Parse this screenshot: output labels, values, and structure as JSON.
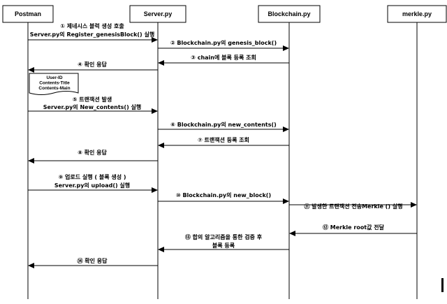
{
  "participants": [
    {
      "id": "postman",
      "label": "Postman"
    },
    {
      "id": "server",
      "label": "Server.py"
    },
    {
      "id": "blockchain",
      "label": "Blockchain.py"
    },
    {
      "id": "merkle",
      "label": "merkle.py"
    }
  ],
  "messages": [
    {
      "id": "m1",
      "lines": [
        "① 제네시스 블럭 생성 호출",
        "Server.py의 Register_genesisBlock() 실행"
      ]
    },
    {
      "id": "m2",
      "lines": [
        "② Blockchain.py의 genesis_block()"
      ]
    },
    {
      "id": "m3",
      "lines": [
        "③ chain에 블록 등록 조회"
      ]
    },
    {
      "id": "m4",
      "lines": [
        "④ 확인 응답"
      ]
    },
    {
      "id": "m5",
      "lines": [
        "⑤ 트랜잭션 발생",
        "Server.py의 New_contents() 실행"
      ]
    },
    {
      "id": "m6",
      "lines": [
        "⑥ Blockchain.py의 new_contents()"
      ]
    },
    {
      "id": "m7",
      "lines": [
        "⑦ 트랜잭션 등록 조회"
      ]
    },
    {
      "id": "m8",
      "lines": [
        "⑧ 확인 응답"
      ]
    },
    {
      "id": "m9",
      "lines": [
        "⑨ 업로드 실행 ( 블록 생성 )",
        "Server.py의 upload() 실행"
      ]
    },
    {
      "id": "m10",
      "lines": [
        "⑩ Blockchain.py의 new_block()"
      ]
    },
    {
      "id": "m11",
      "lines": [
        "⑪ 발생한 트랜잭션 전송Merkle () 실행"
      ]
    },
    {
      "id": "m12",
      "lines": [
        "⑫ Merkle root값 전달"
      ]
    },
    {
      "id": "m13",
      "lines": [
        "⑬ 합의 알고리즘을 통한 검증 후",
        "블록 등록"
      ]
    },
    {
      "id": "m14",
      "lines": [
        "⑭ 확인 응답"
      ]
    }
  ],
  "note": {
    "lines": [
      "User-ID",
      "Contents-Title",
      "Contents-Main"
    ]
  }
}
